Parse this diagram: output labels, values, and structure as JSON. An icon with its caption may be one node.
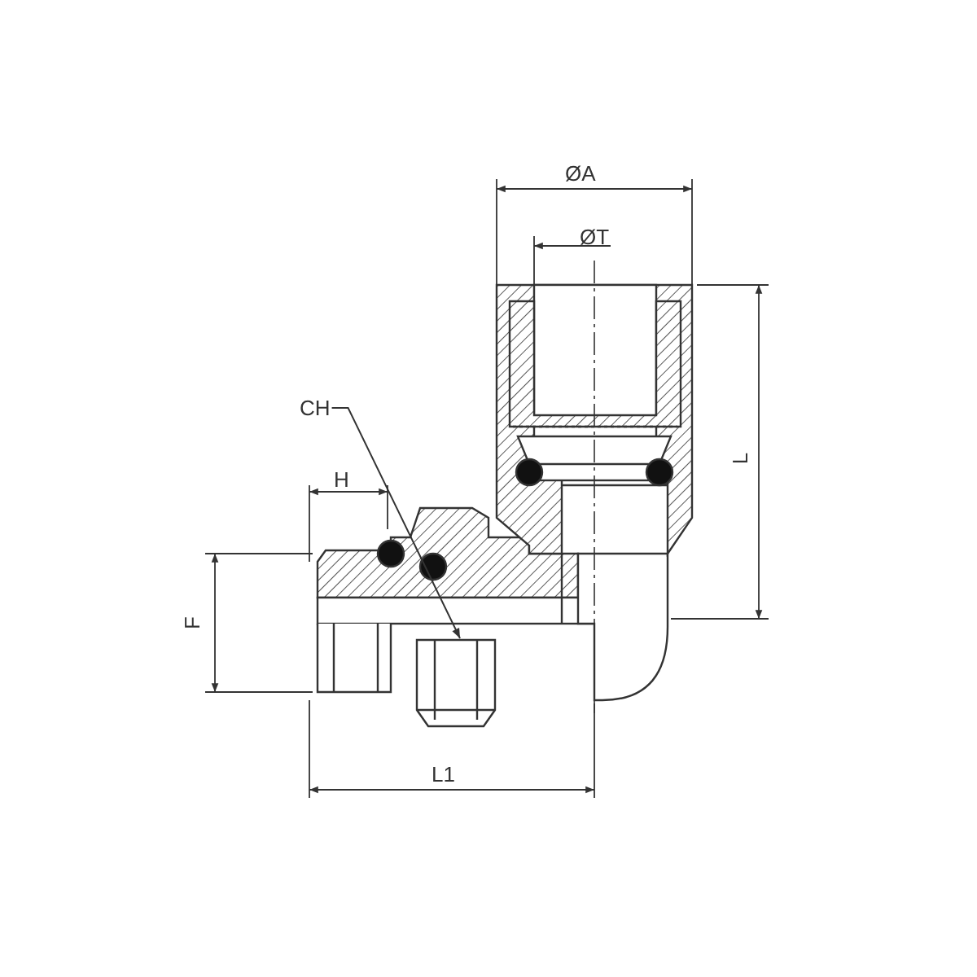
{
  "diagram": {
    "nodes": [
      {
        "text": [
          "CH"
        ]
      },
      {
        "text": [],
        "shape": "picture"
      }
    ],
    "edges": [
      {
        "from": 0,
        "to": 1,
        "arrow": "to"
      }
    ],
    "labels": [
      "ØA",
      "ØT",
      "L",
      "H",
      "F",
      "L1"
    ]
  }
}
